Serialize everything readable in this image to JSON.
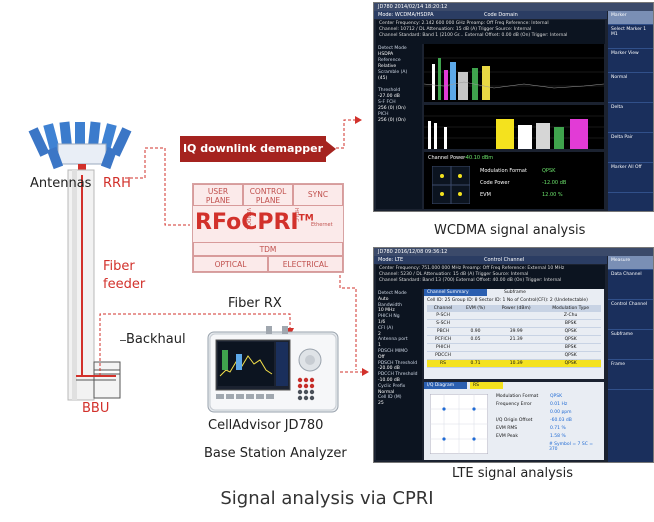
{
  "labels": {
    "antennas": "Antennas",
    "rrh": "RRH",
    "fiber_feeder_1": "Fiber",
    "fiber_feeder_2": "feeder",
    "fiber_rx": "Fiber RX",
    "backhaul": "Backhaul",
    "bbu": "BBU",
    "device_name": "CellAdvisor JD780",
    "device_sub": "Base Station Analyzer",
    "iq_demapper": "IQ downlink demapper",
    "wcdma_caption": "WCDMA signal analysis",
    "lte_caption": "LTE signal analysis",
    "footer": "Signal analysis via CPRI"
  },
  "cpri_box": {
    "user_plane_1": "USER",
    "user_plane_2": "PLANE",
    "control_plane_1": "CONTROL",
    "control_plane_2": "PLANE",
    "sync": "SYNC",
    "brand": "RFoCPRI",
    "tm": "TM",
    "vendor": "VENDOR",
    "hdlc": "HDLC",
    "ethernet": "Ethernet",
    "tdm": "TDM",
    "optical": "OPTICAL",
    "electrical": "ELECTRICAL"
  },
  "wcdma": {
    "top_bar": "JD780   2014/02/14 18:20:12",
    "mode": "Mode: WCDMA/HSDPA",
    "view": "Code Domain",
    "info_lines": [
      "Center Frequency: 2.142 600 000 GHz   Preamp: Off        Freq Reference: Internal",
      "Channel: 10712 / DL      Attenuation: 15 dB (A)   Trigger Source: Internal",
      "Channel Standard: Band 1 (2100 Gr...  External Offset: 0.00 dB (On)   Trigger: Internal"
    ],
    "side_menu": [
      "Marker",
      "Select Marker 1",
      "M1",
      "Marker View",
      "Normal",
      "Delta",
      "Delta Pair",
      "Marker All Off"
    ],
    "left_params": [
      "Detect Mode",
      "HSDPA",
      "Reference",
      "Relative",
      "Scramble (A)",
      "(45)",
      "",
      "Threshold",
      "-27.00 dB",
      "S-F FCH",
      "256 (0) (On)",
      "PICH",
      "256 (0) (On)"
    ],
    "channel_power_label": "Channel Power",
    "channel_power_value": "-40.10 dBm",
    "modulation_label": "Modulation Format",
    "modulation_value": "QPSK",
    "code_power_label": "Code Power",
    "code_power_value": "-12.00 dB",
    "evm_label": "EVM",
    "evm_value": "12.00 %"
  },
  "lte": {
    "top_bar": "JD780   2016/12/08 09:36:12",
    "mode": "Mode: LTE",
    "view": "Control Channel",
    "info_lines": [
      "Center Frequency: 751.000 000 MHz   Preamp: Off      Freq Reference: External 10 MHz",
      "Channel: 5230 / DL    Attenuation: 15 dB (A)   Trigger Source: Internal",
      "Channel Standard: Band 13 (700)    External Offset: 40.00 dB (On)   Trigger: Internal"
    ],
    "side_menu": [
      "Measure",
      "Data Channel",
      "Control Channel",
      "Subframe",
      "Frame"
    ],
    "left_params": [
      "Detect Mode",
      "Auto",
      "Bandwidth",
      "10 MHz",
      "PHICH Ng",
      "1/6",
      "CFI (A)",
      "2",
      "Antenna port",
      "1",
      "PDSCH MIMO",
      "Off",
      "PDSCH Threshold",
      "-20.00 dB",
      "PDCCH Threshold",
      "-10.00 dB",
      "Cyclic Prefix",
      "Normal",
      "Cell ID (M)",
      "25"
    ],
    "summary_tab": "Channel Summary",
    "subframe_tab": "Subframe",
    "summary_header": "Cell ID: 25   Group ID: 8   Sector ID: 1   No of Control(CFI): 2 (Undetectable)",
    "table_cols": [
      "Channel",
      "EVM (%)",
      "Power (dBm)",
      "Modulation Type"
    ],
    "table_rows": [
      [
        "P-SCH",
        "",
        "",
        "Z-Chu"
      ],
      [
        "S-SCH",
        "",
        "",
        "BPSK"
      ],
      [
        "PBCH",
        "0.90",
        "39.99",
        "QPSK"
      ],
      [
        "PCFICH",
        "0.05",
        "21.39",
        "QPSK"
      ],
      [
        "PHICH",
        "",
        "",
        "BPSK"
      ],
      [
        "PDCCH",
        "",
        "",
        "QPSK"
      ],
      [
        "RS",
        "0.71",
        "10.39",
        "QPSK"
      ]
    ],
    "iq_tab": "I/Q Diagram",
    "iq_sub": "RS",
    "meas": [
      [
        "Modulation Format",
        "QPSK"
      ],
      [
        "Frequency Error",
        "0.01 Hz"
      ],
      [
        "",
        "0.00 ppm"
      ],
      [
        "I/Q Origin Offset",
        "-60.03 dB"
      ],
      [
        "EVM RMS",
        "0.71 %"
      ],
      [
        "EVM Peak",
        "1.58 %"
      ],
      [
        "",
        "# Symbol = 7 SC = 370"
      ]
    ]
  },
  "colors": {
    "accent_red": "#d2312b",
    "fiber_red": "#d2312b",
    "screen_bg": "#1b2230",
    "menu_blue": "#1a2f5c"
  }
}
